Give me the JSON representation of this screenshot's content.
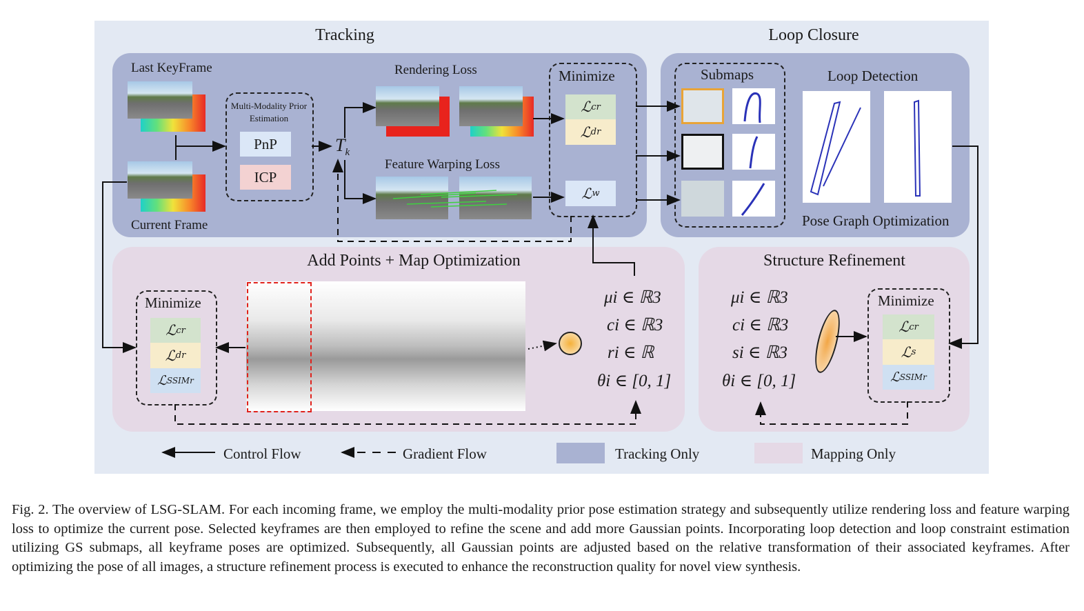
{
  "sections": {
    "tracking": "Tracking",
    "loop_closure": "Loop Closure",
    "add_points": "Add Points + Map Optimization",
    "structure": "Structure Refinement"
  },
  "tracking": {
    "last_keyframe": "Last KeyFrame",
    "current_frame": "Current Frame",
    "prior_title": "Multi-Modality Prior Estimation",
    "pnp": "PnP",
    "icp": "ICP",
    "pose": "T",
    "pose_sub": "k",
    "rendering_loss": "Rendering Loss",
    "feature_warping_loss": "Feature Warping Loss",
    "minimize": "Minimize"
  },
  "loop": {
    "submaps": "Submaps",
    "loop_detection": "Loop Detection",
    "pose_graph": "Pose Graph Optimization"
  },
  "mapping": {
    "minimize": "Minimize",
    "params": [
      "μi ∈ ℝ3",
      "ci ∈ ℝ3",
      "ri ∈ ℝ",
      "θi ∈ [0, 1]"
    ]
  },
  "structure": {
    "minimize": "Minimize",
    "params": [
      "μi ∈ ℝ3",
      "ci ∈ ℝ3",
      "si ∈ ℝ3",
      "θi ∈ [0, 1]"
    ]
  },
  "legend": {
    "control_flow": "Control Flow",
    "gradient_flow": "Gradient Flow",
    "tracking_only": "Tracking Only",
    "mapping_only": "Mapping Only",
    "tracking_color": "#a9b2d2",
    "mapping_color": "#e5d9e6"
  },
  "loss_colors": {
    "color": "#d3e3cd",
    "depth": "#f7eccb",
    "ssim": "#cfe0f2",
    "warp": "#dbe7f7"
  },
  "caption": "Fig. 2.    The overview of LSG-SLAM. For each incoming frame, we employ the multi-modality prior pose estimation strategy and subsequently utilize rendering loss and feature warping loss to optimize the current pose. Selected keyframes are then employed to refine the scene and add more Gaussian points. Incorporating loop detection and loop constraint estimation utilizing GS submaps, all keyframe poses are optimized. Subsequently, all Gaussian points are adjusted based on the relative transformation of their associated keyframes. After optimizing the pose of all images, a structure refinement process is executed to enhance the reconstruction quality for novel view synthesis."
}
